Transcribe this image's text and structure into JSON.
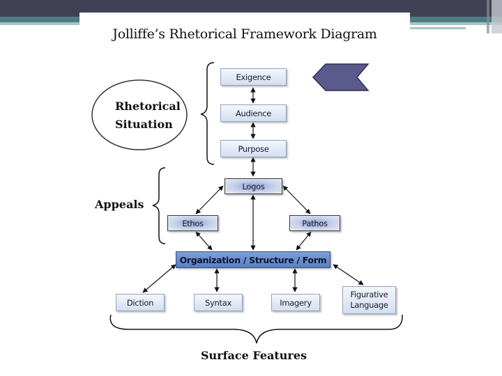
{
  "slide": {
    "title": "Jolliffe’s Rhetorical Framework Diagram"
  },
  "colors": {
    "topbar": "#414155",
    "teal": "#4a7e82",
    "teal_light": "#a9c3c6",
    "arrow_shape": "#5a5a8c",
    "org_box": "#6b8dce"
  },
  "rhetorical_situation": {
    "label_line1": "Rhetorical",
    "label_line2": "Situation",
    "boxes": [
      "Exigence",
      "Audience",
      "Purpose"
    ]
  },
  "appeals": {
    "label": "Appeals",
    "logos": "Logos",
    "ethos": "Ethos",
    "pathos": "Pathos"
  },
  "organization": {
    "label": "Organization / Structure / Form"
  },
  "surface_features": {
    "label": "Surface Features",
    "items": [
      "Diction",
      "Syntax",
      "Imagery",
      "Figurative Language"
    ],
    "figurative_line1": "Figurative",
    "figurative_line2": "Language"
  },
  "pointer_icon": "chevron-left-arrow-shape"
}
